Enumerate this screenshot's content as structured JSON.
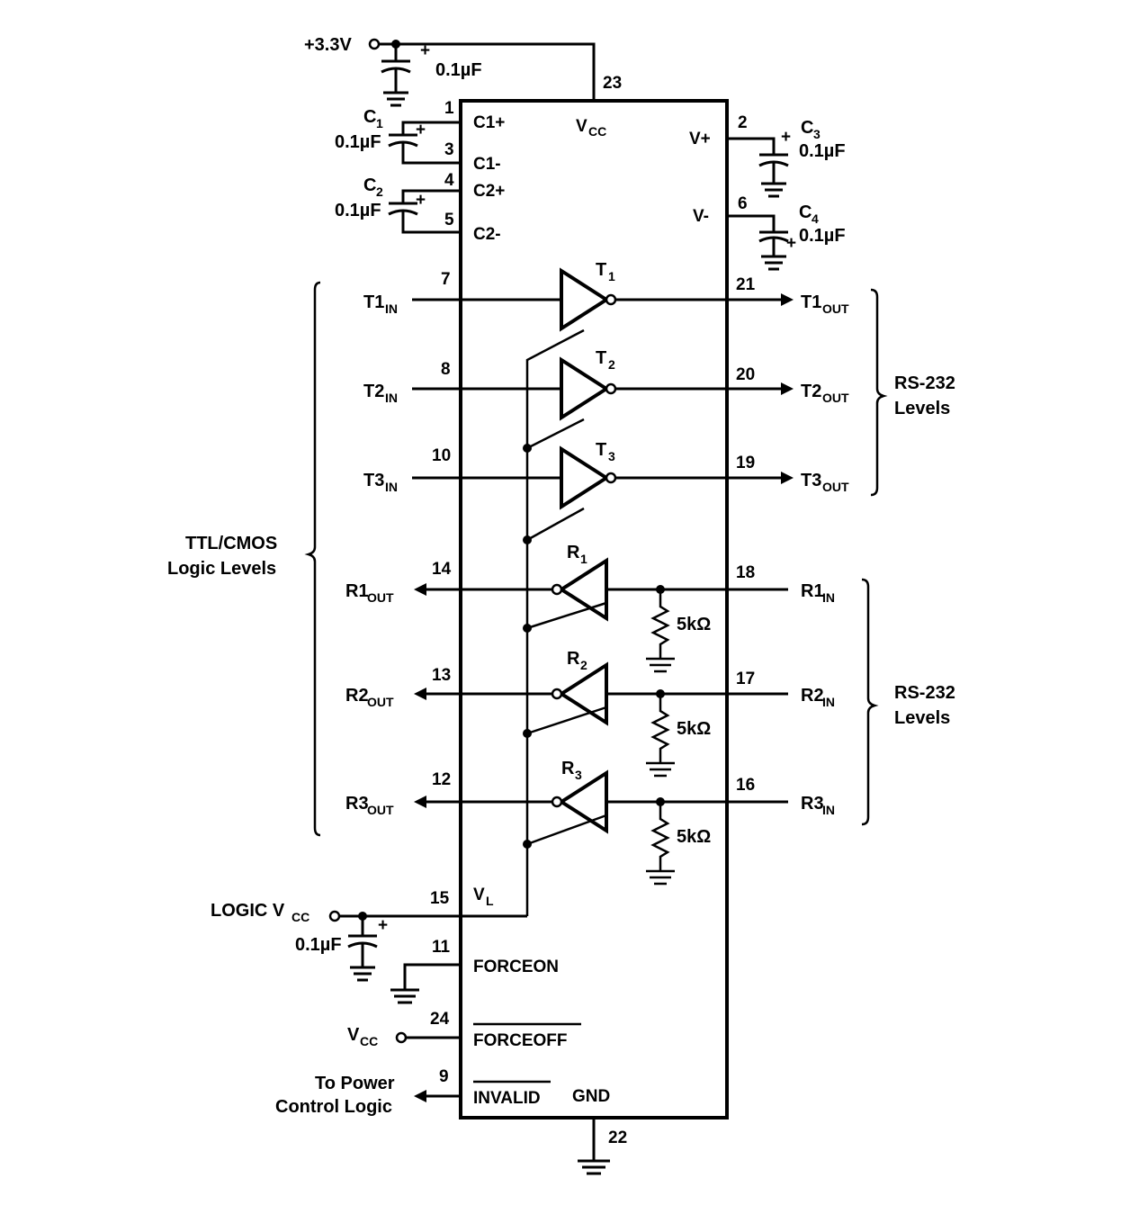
{
  "supply": {
    "label": "+3.3V",
    "cap_value": "0.1µF",
    "pin": "23"
  },
  "chip": {
    "c1p": "C1+",
    "c1m": "C1-",
    "c2p": "C2+",
    "c2m": "C2-",
    "vcc": {
      "main": "V",
      "sub": "CC"
    },
    "vplus": "V+",
    "vminus": "V-",
    "vl": {
      "main": "V",
      "sub": "L"
    },
    "forceon": "FORCEON",
    "forceoff": "FORCEOFF",
    "invalid": "INVALID",
    "gnd": "GND"
  },
  "pins": {
    "p1": "1",
    "p3": "3",
    "p4": "4",
    "p5": "5",
    "p2": "2",
    "p6": "6",
    "p7": "7",
    "p8": "8",
    "p10": "10",
    "p21": "21",
    "p20": "20",
    "p19": "19",
    "p14": "14",
    "p13": "13",
    "p12": "12",
    "p18": "18",
    "p17": "17",
    "p16": "16",
    "p15": "15",
    "p11": "11",
    "p24": "24",
    "p9": "9",
    "p22": "22"
  },
  "caps": {
    "c1": {
      "name": "C",
      "sub": "1",
      "value": "0.1µF"
    },
    "c2": {
      "name": "C",
      "sub": "2",
      "value": "0.1µF"
    },
    "c3": {
      "name": "C",
      "sub": "3",
      "value": "0.1µF"
    },
    "c4": {
      "name": "C",
      "sub": "4",
      "value": "0.1µF"
    },
    "logic": {
      "value": "0.1µF"
    }
  },
  "drivers": [
    {
      "name": "T",
      "sub": "1",
      "in": "T1",
      "in_sub": "IN",
      "out": "T1",
      "out_sub": "OUT"
    },
    {
      "name": "T",
      "sub": "2",
      "in": "T2",
      "in_sub": "IN",
      "out": "T2",
      "out_sub": "OUT"
    },
    {
      "name": "T",
      "sub": "3",
      "in": "T3",
      "in_sub": "IN",
      "out": "T3",
      "out_sub": "OUT"
    }
  ],
  "receivers": [
    {
      "name": "R",
      "sub": "1",
      "out": "R1",
      "out_sub": "OUT",
      "in": "R1",
      "in_sub": "IN",
      "res": "5kΩ"
    },
    {
      "name": "R",
      "sub": "2",
      "out": "R2",
      "out_sub": "OUT",
      "in": "R2",
      "in_sub": "IN",
      "res": "5kΩ"
    },
    {
      "name": "R",
      "sub": "3",
      "out": "R3",
      "out_sub": "OUT",
      "in": "R3",
      "in_sub": "IN",
      "res": "5kΩ"
    }
  ],
  "groups": {
    "ttl_line1": "TTL/CMOS",
    "ttl_line2": "Logic Levels",
    "rs232_line1": "RS-232",
    "rs232_line2": "Levels"
  },
  "logic_vcc": {
    "main": "LOGIC V",
    "sub": "CC"
  },
  "vcc_in": {
    "main": "V",
    "sub": "CC"
  },
  "power_ctrl": {
    "line1": "To Power",
    "line2": "Control Logic"
  }
}
